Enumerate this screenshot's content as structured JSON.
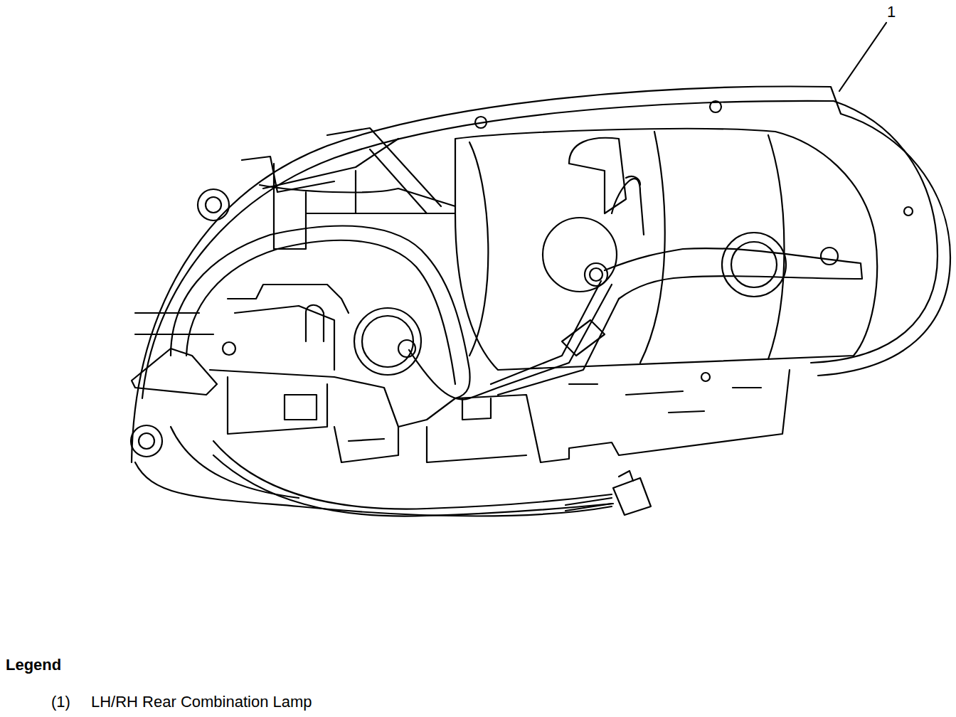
{
  "diagram": {
    "labels": [
      "1",
      "Legend",
      "(1)",
      "LH/RH Rear Combination Lamp"
    ]
  }
}
